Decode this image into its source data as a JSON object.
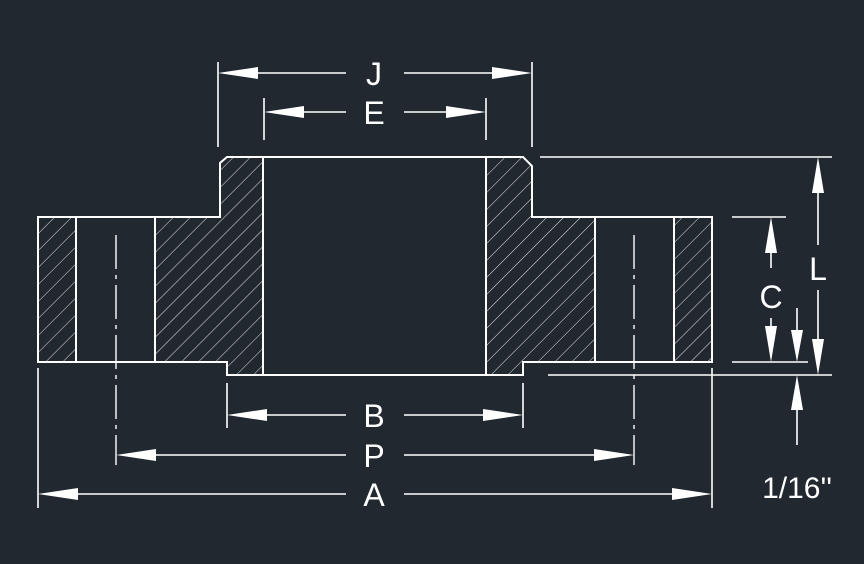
{
  "labels": {
    "J": "J",
    "E": "E",
    "B": "B",
    "P": "P",
    "A": "A",
    "C": "C",
    "L": "L",
    "gap": "1/16''"
  },
  "colors": {
    "background": "#212830",
    "lines": "#ffffff"
  }
}
